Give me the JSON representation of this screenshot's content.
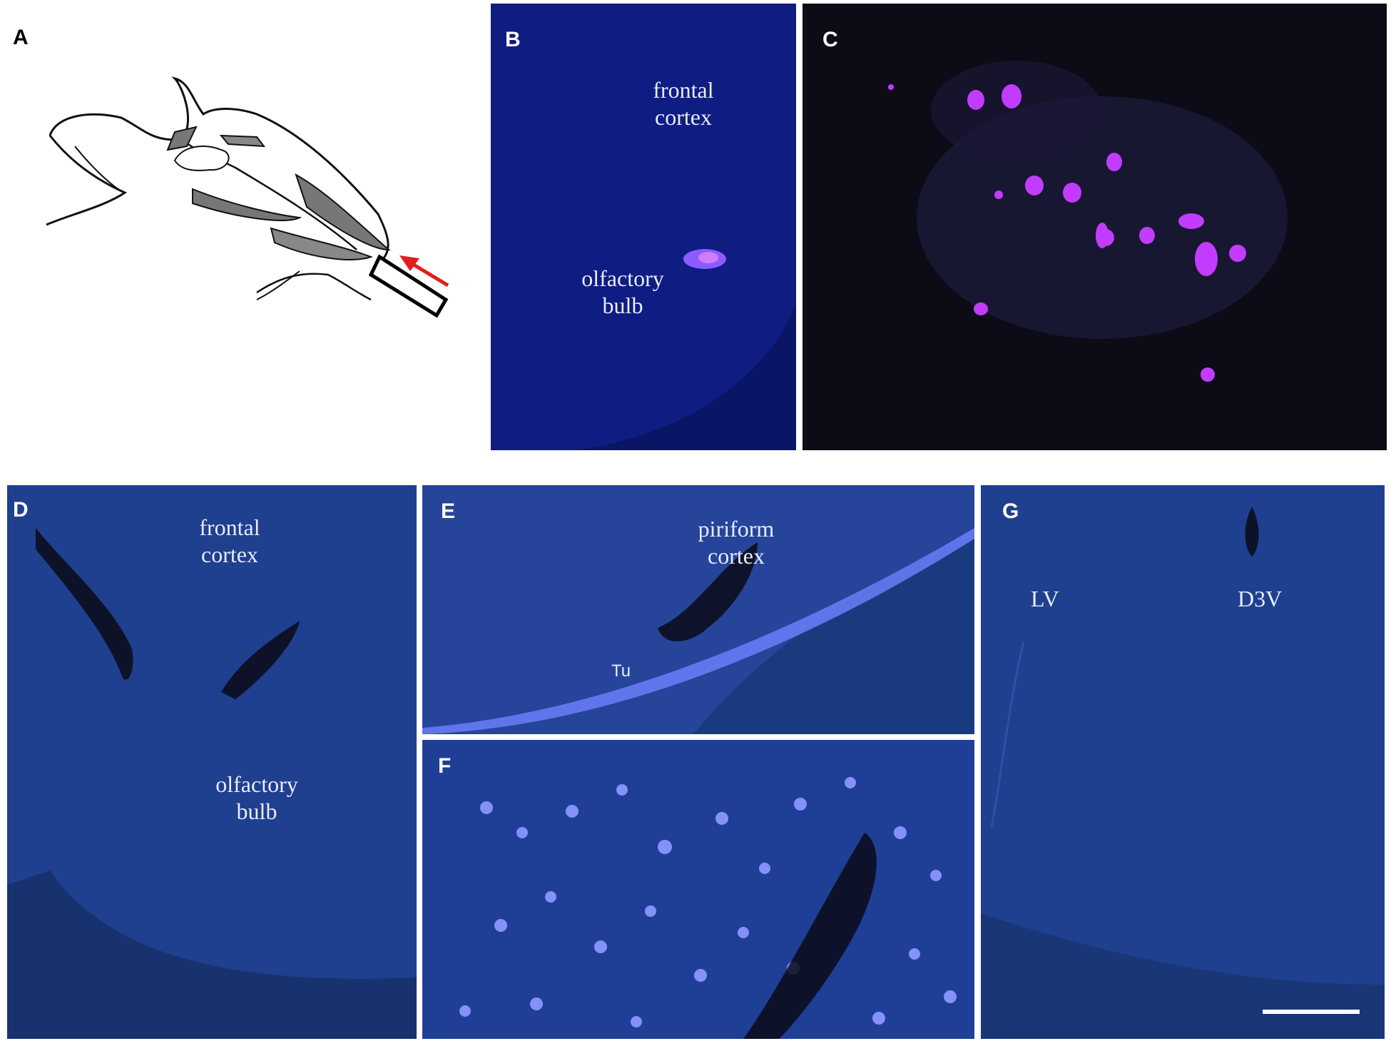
{
  "panels": {
    "a": {
      "letter": "A"
    },
    "b": {
      "letter": "B",
      "labels": [
        "frontal",
        "cortex",
        "olfactory",
        "bulb"
      ]
    },
    "c": {
      "letter": "C"
    },
    "d": {
      "letter": "D",
      "labels": [
        "frontal",
        "cortex",
        "olfactory",
        "bulb"
      ]
    },
    "e": {
      "letter": "E",
      "labels": [
        "piriform",
        "cortex"
      ],
      "region": "Tu"
    },
    "f": {
      "letter": "F"
    },
    "g": {
      "letter": "G",
      "labels": [
        "LV",
        "D3V"
      ]
    }
  },
  "colors": {
    "stain_blue": "#1c3a86",
    "nuclei_blue": "#7f8cff",
    "magenta_nuclei": "#c23cff",
    "dark_background": "#0c0b16",
    "arrow_red": "#e11d1d",
    "scale_bar": "#ffffff"
  }
}
